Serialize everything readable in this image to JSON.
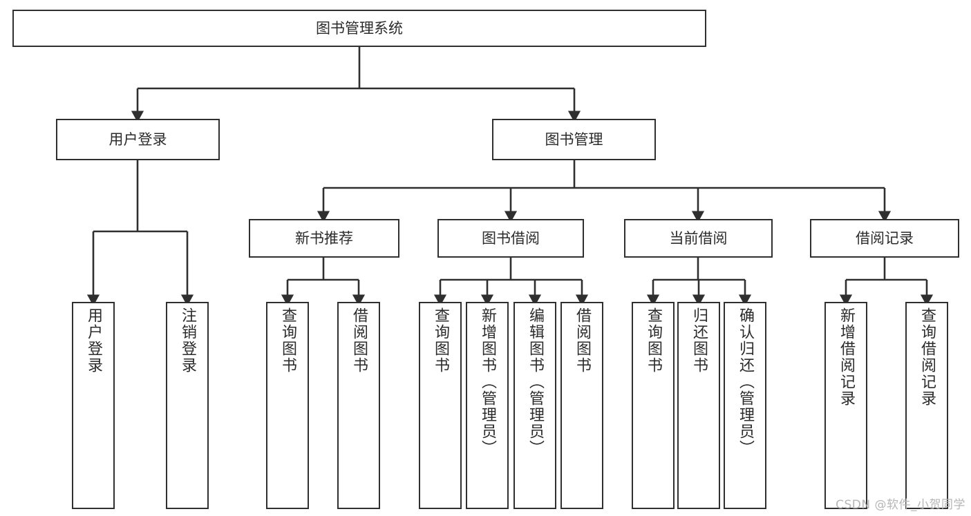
{
  "diagram": {
    "title": "图书管理系统",
    "type": "hierarchy-tree",
    "watermark": "CSDN @软件_小贺同学",
    "colors": {
      "box_border": "#2f2f2f",
      "box_fill": "#ffffff",
      "text": "#2b2b2b",
      "connector": "#2f2f2f",
      "watermark": "#b6b6b6"
    },
    "nodes": {
      "root": {
        "label": "图书管理系统"
      },
      "level2": [
        {
          "label": "用户登录"
        },
        {
          "label": "图书管理"
        }
      ],
      "level3": [
        {
          "label": "新书推荐"
        },
        {
          "label": "图书借阅"
        },
        {
          "label": "当前借阅"
        },
        {
          "label": "借阅记录"
        }
      ],
      "leaves_user_login": [
        {
          "label": "用户登录"
        },
        {
          "label": "注销登录"
        }
      ],
      "leaves_new_book": [
        {
          "label": "查询图书"
        },
        {
          "label": "借阅图书"
        }
      ],
      "leaves_borrow": [
        {
          "label": "查询图书"
        },
        {
          "label": "新增图书（管理员）"
        },
        {
          "label": "编辑图书（管理员）"
        },
        {
          "label": "借阅图书"
        }
      ],
      "leaves_current": [
        {
          "label": "查询图书"
        },
        {
          "label": "归还图书"
        },
        {
          "label": "确认归还（管理员）"
        }
      ],
      "leaves_records": [
        {
          "label": "新增借阅记录"
        },
        {
          "label": "查询借阅记录"
        }
      ]
    }
  }
}
